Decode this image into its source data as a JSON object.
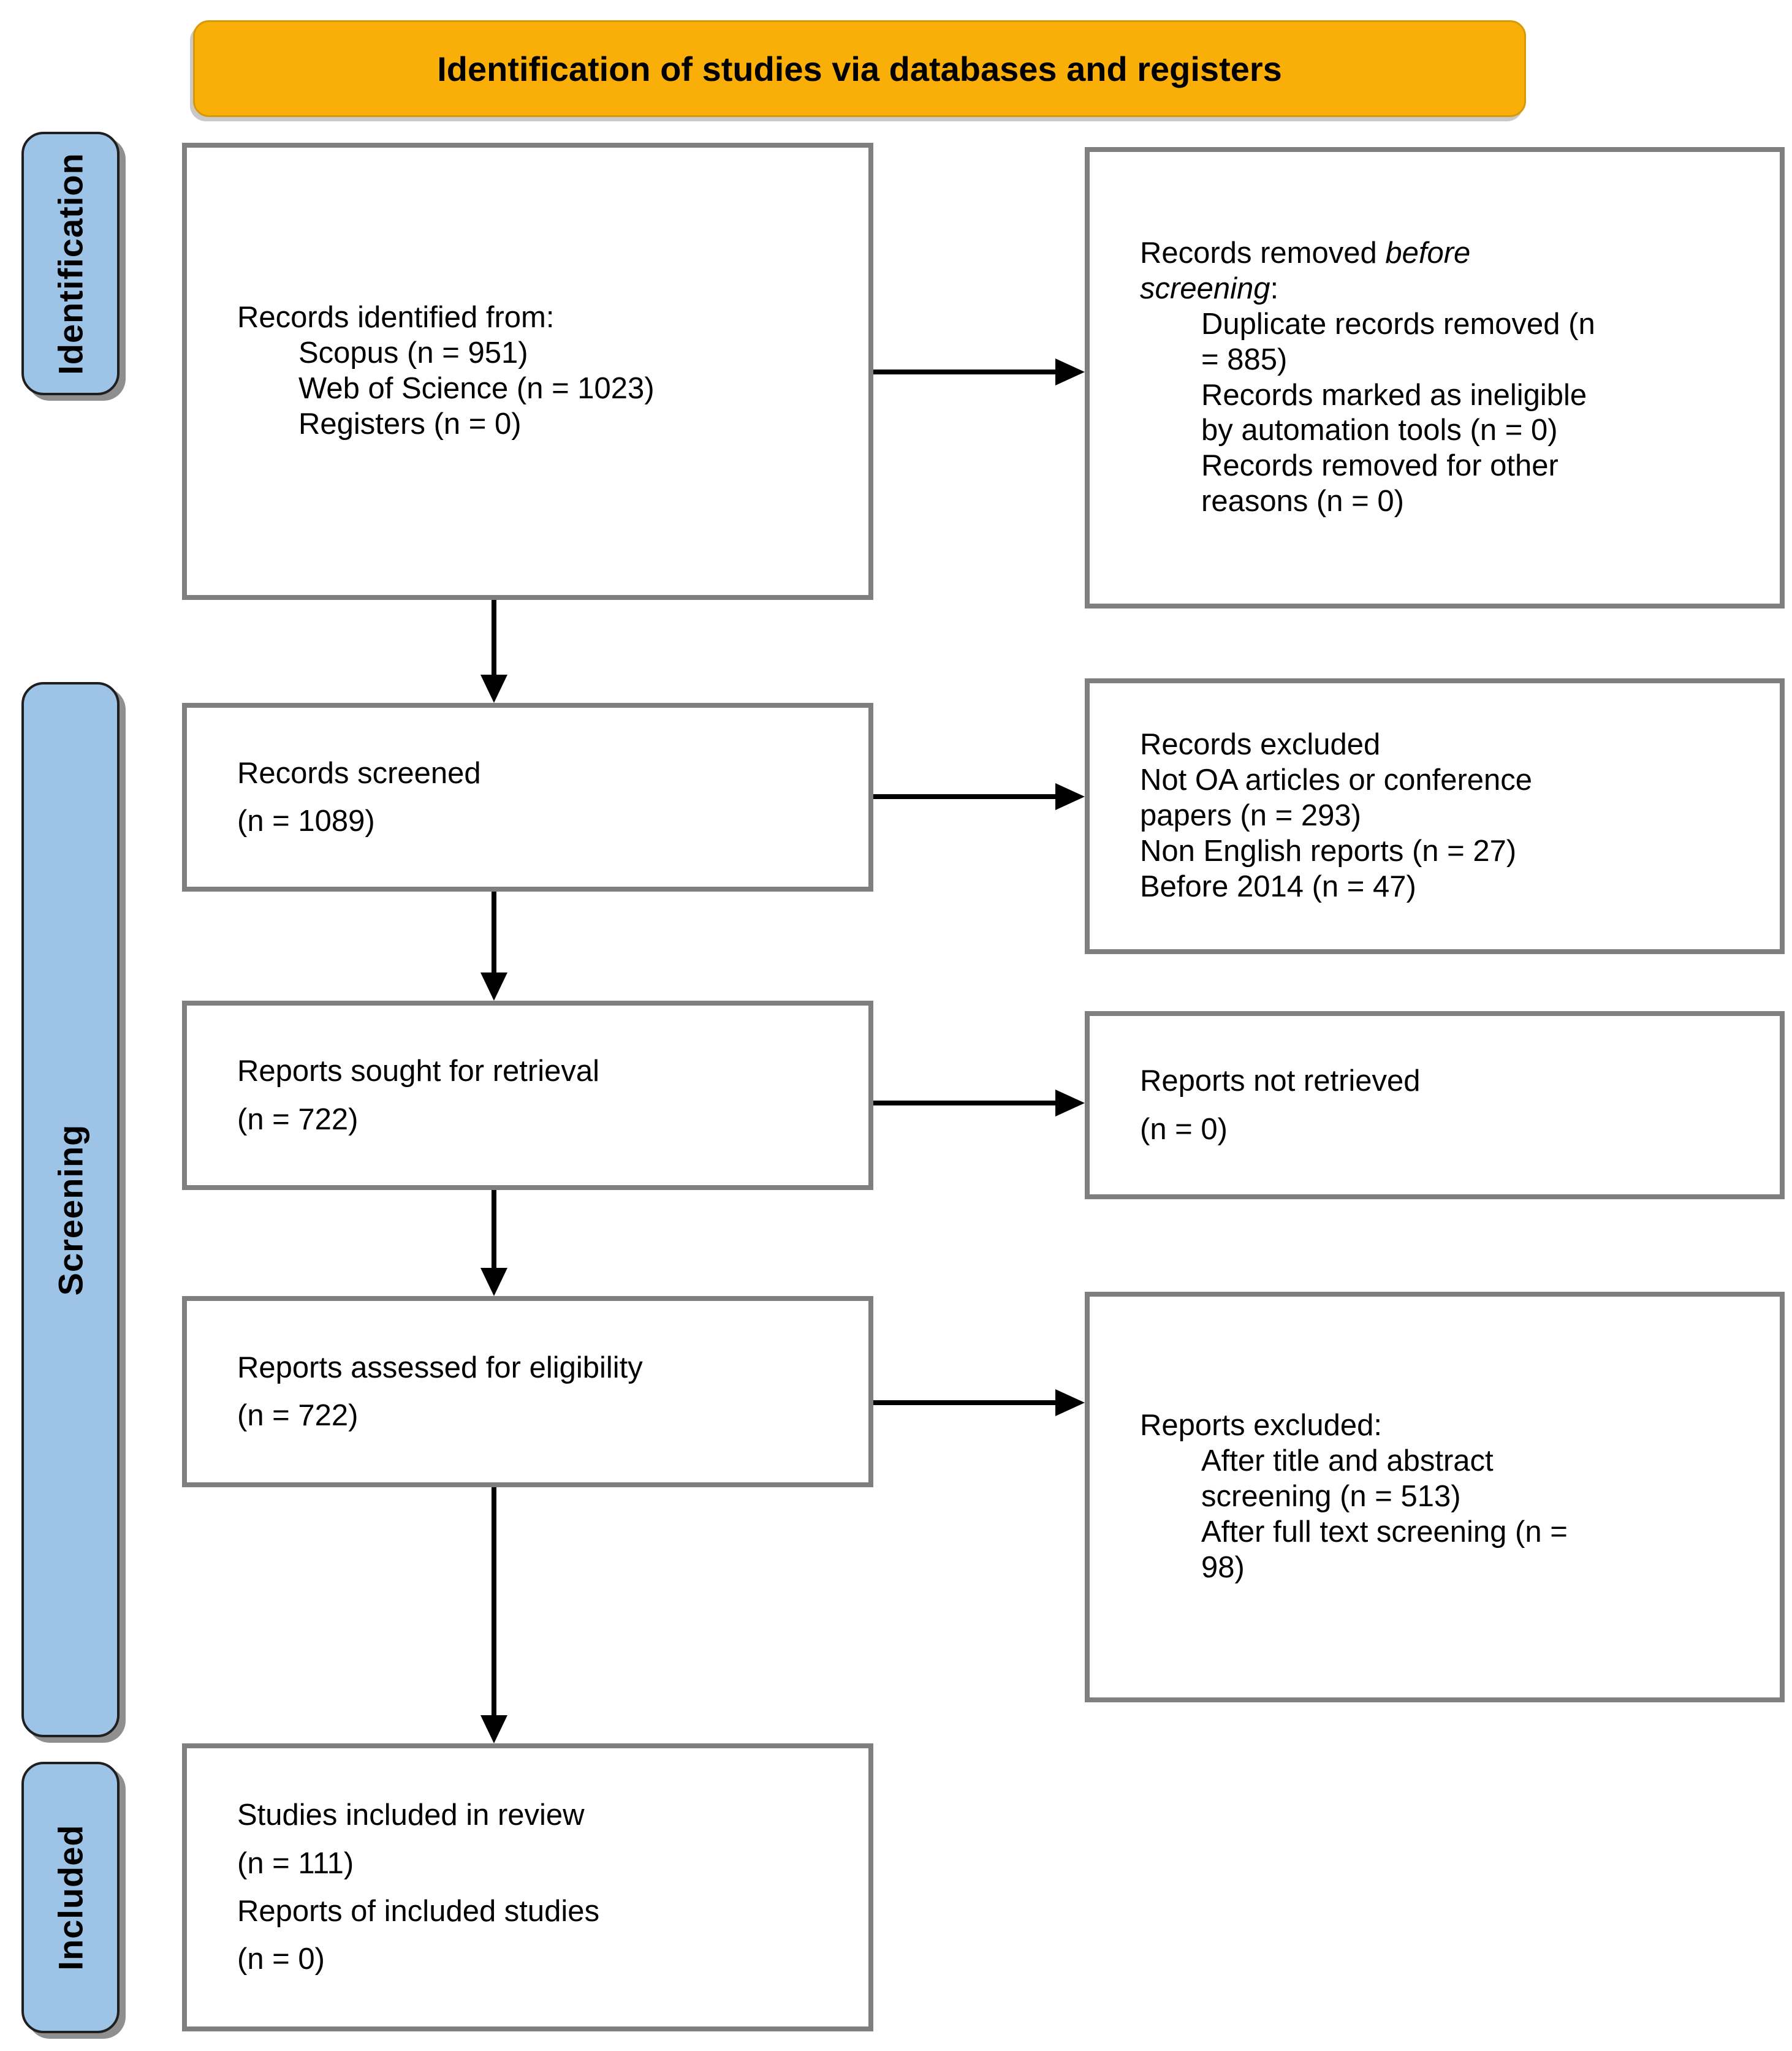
{
  "banner": {
    "title": "Identification of studies via databases and registers"
  },
  "stages": {
    "identification": "Identification",
    "screening": "Screening",
    "included": "Included"
  },
  "boxes": {
    "identified": {
      "lines": [
        "Records identified from:",
        "Scopus (n = 951)",
        "Web of Science (n = 1023)",
        "Registers (n = 0)"
      ]
    },
    "removed": {
      "intro_pre": "Records removed ",
      "intro_italic": "before",
      "intro_italic2": "screening",
      "intro_post": ":",
      "lines": [
        "Duplicate records removed (n",
        "= 885)",
        "Records marked as ineligible",
        "by automation tools (n = 0)",
        "Records removed for other",
        "reasons (n = 0)"
      ]
    },
    "screened": {
      "lines": [
        "Records screened",
        "(n = 1089)"
      ]
    },
    "records_excluded": {
      "lines": [
        "Records excluded",
        "Not OA articles or conference",
        "papers (n = 293)",
        "Non English reports (n = 27)",
        "Before 2014 (n = 47)"
      ]
    },
    "sought": {
      "lines": [
        "Reports sought for retrieval",
        "(n = 722)"
      ]
    },
    "not_retrieved": {
      "lines": [
        "Reports not retrieved",
        "(n = 0)"
      ]
    },
    "assessed": {
      "lines": [
        "Reports assessed for eligibility",
        "(n = 722)"
      ]
    },
    "reports_excluded": {
      "lines": [
        "Reports excluded:",
        "After title and abstract",
        "screening (n = 513)",
        "After full text screening (n =",
        "98)"
      ]
    },
    "included_studies": {
      "lines": [
        "Studies included in review",
        "(n = 111)",
        "Reports of included studies",
        "(n = 0)"
      ]
    }
  },
  "colors": {
    "banner_bg": "#FAAE08",
    "stage_bg": "#9DC3E6",
    "box_border": "#7F7F7F",
    "arrow": "#000000",
    "text": "#000000"
  }
}
